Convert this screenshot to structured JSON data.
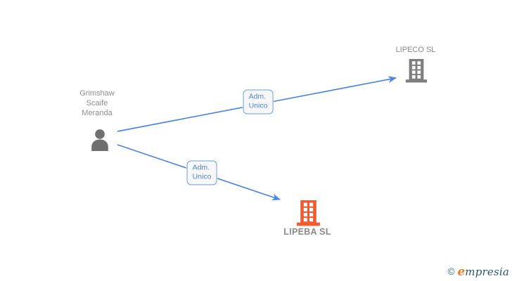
{
  "diagram": {
    "person": {
      "name_lines": [
        "Grimshaw",
        "Scaife",
        "Meranda"
      ],
      "icon": "person-silhouette-icon",
      "icon_color": "#6f6f6f",
      "label_color": "#8f8f8f"
    },
    "companies": [
      {
        "id": "lipeco",
        "label": "LIPECO SL",
        "icon": "office-building-icon",
        "icon_color": "#7e7e7e",
        "label_position": "above"
      },
      {
        "id": "lipeba",
        "label": "LIPEBA SL",
        "icon": "office-building-icon",
        "icon_color": "#f7592e",
        "label_position": "below"
      }
    ],
    "edges": [
      {
        "from": "Grimshaw Scaife Meranda",
        "to": "LIPECO SL",
        "label_lines": [
          "Adm.",
          "Unico"
        ]
      },
      {
        "from": "Grimshaw Scaife Meranda",
        "to": "LIPEBA SL",
        "label_lines": [
          "Adm.",
          "Unico"
        ]
      }
    ],
    "edge_color": "#4c86e8",
    "edge_label_text_color": "#4a86e8",
    "edge_label_border_color": "#6d9eeb",
    "edge_label_background": "#f7f7f7"
  },
  "footer": {
    "copyright_symbol": "©",
    "brand_first_letter": "e",
    "brand_rest": "mpresia",
    "copyright_color": "#2e7f95",
    "brand_first_color": "#f07d25",
    "brand_rest_color": "#29586b"
  }
}
